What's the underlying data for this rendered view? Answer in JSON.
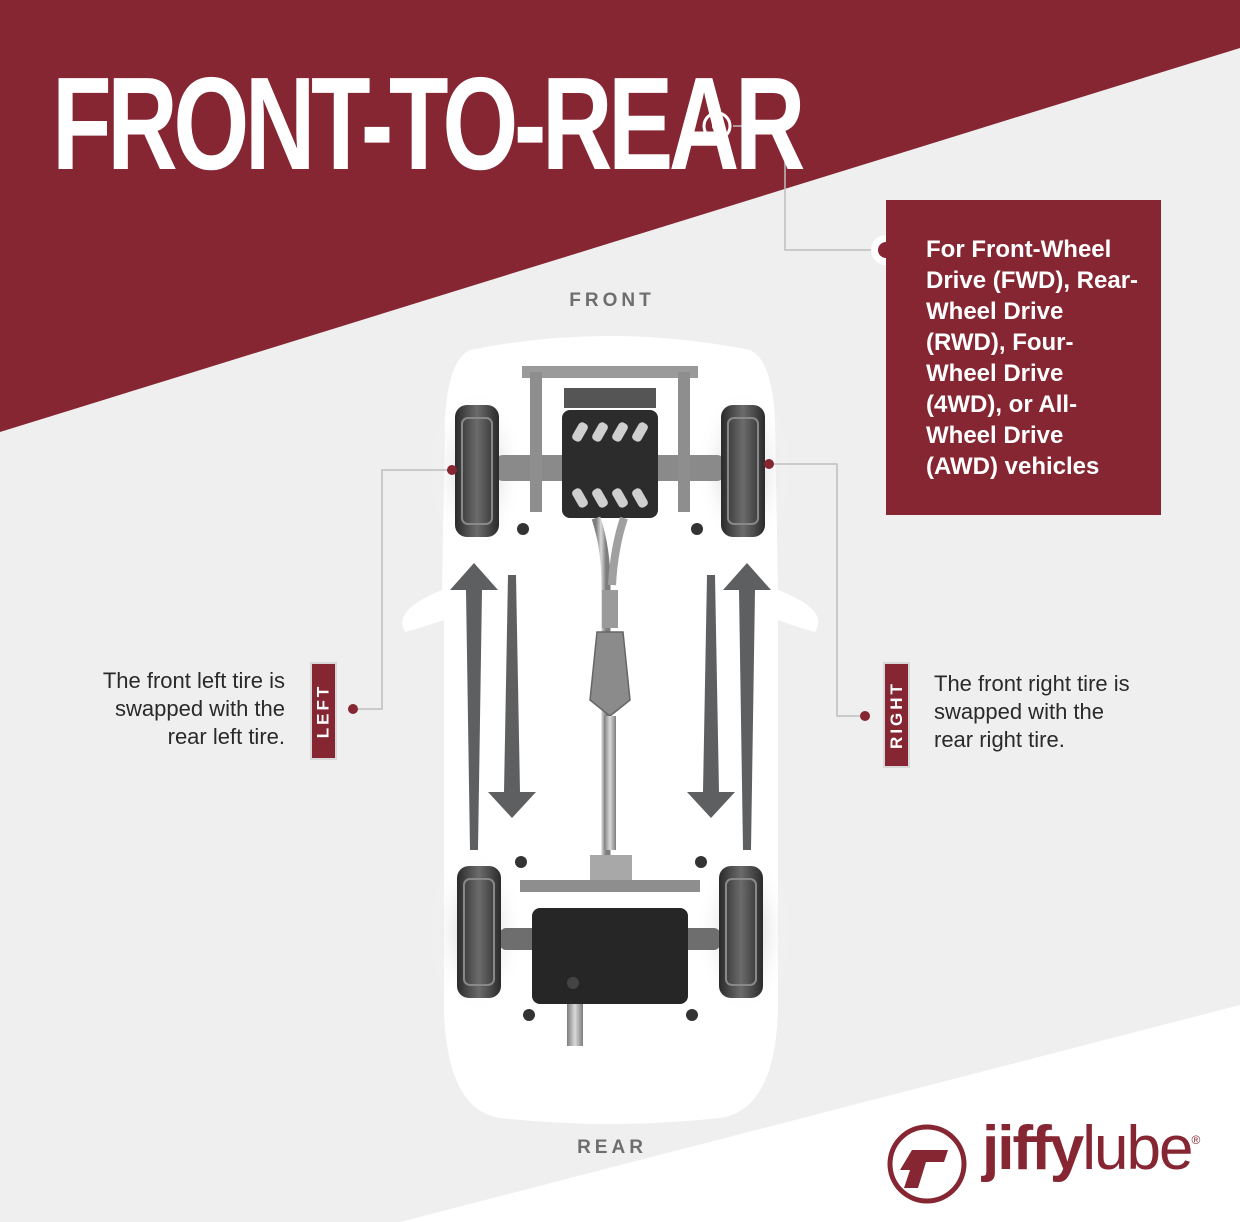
{
  "title": "FRONT-TO-REAR",
  "info_box": {
    "text": "For Front-Wheel Drive (FWD), Rear-Wheel Drive (RWD), Four-Wheel Drive (4WD), or All-Wheel Drive (AWD) vehicles"
  },
  "labels": {
    "front": "FRONT",
    "rear": "REAR",
    "left_tag": "LEFT",
    "right_tag": "RIGHT"
  },
  "descriptions": {
    "left": [
      "The front left tire is",
      "swapped with the",
      "rear left tire."
    ],
    "right": [
      "The front right tire is",
      "swapped with the",
      "rear right tire."
    ]
  },
  "brand": {
    "name_bold": "jiffy",
    "name_light": "lube",
    "registered": "®"
  },
  "colors": {
    "accent": "#862632",
    "background": "#efefef",
    "arrow": "#5d5f61"
  }
}
